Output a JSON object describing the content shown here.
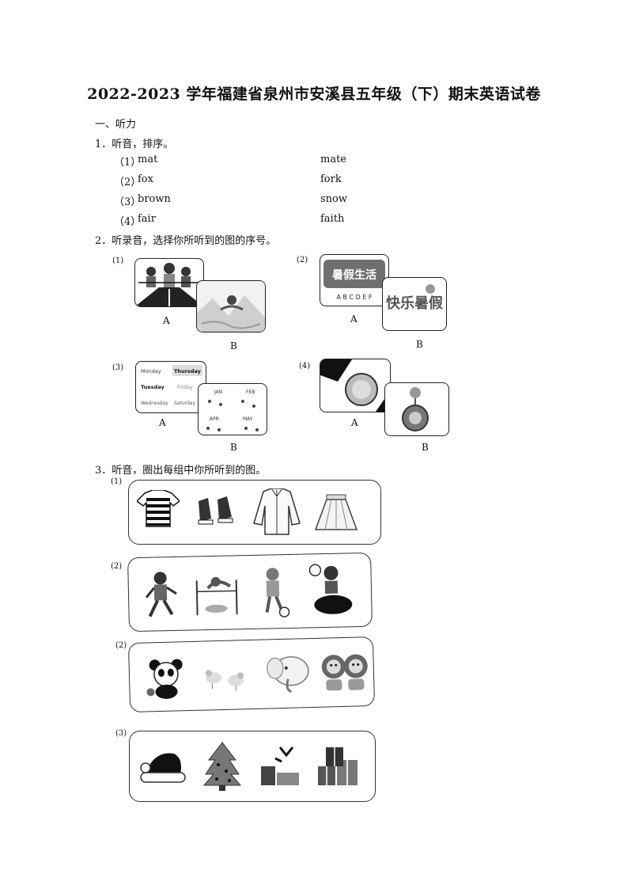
{
  "title": "2022-2023 学年福建省泉州市安溪县五年级（下）期末英语试卷",
  "section1": "一、听力",
  "q1": {
    "prompt": "1．听音，排序。",
    "items": [
      {
        "num": "（1）",
        "left": "mat",
        "right": "mate"
      },
      {
        "num": "（2）",
        "left": "fox",
        "right": "fork"
      },
      {
        "num": "（3）",
        "left": "brown",
        "right": "snow"
      },
      {
        "num": "（4）",
        "left": "fair",
        "right": "faith"
      }
    ]
  },
  "q2": {
    "prompt": "2．听录音，选择你所听到的图的序号。",
    "groups": [
      {
        "num": "(1)",
        "a": "A",
        "b": "B"
      },
      {
        "num": "(2)",
        "a": "A",
        "b": "B",
        "a_text": "暑假生活",
        "a_letters": "A B C D E F",
        "b_text": "快乐暑假"
      },
      {
        "num": "(3)",
        "a": "A",
        "b": "B",
        "days": [
          "Monday",
          "Thursday",
          "Tuesday",
          "Friday",
          "Wednesday",
          "Saturday"
        ],
        "months": [
          "JAN",
          "FEB",
          "APR",
          "MAY"
        ]
      },
      {
        "num": "(4)",
        "a": "A",
        "b": "B"
      }
    ]
  },
  "q3": {
    "prompt": "3．听音，圈出每组中你所听到的图。",
    "rows": [
      {
        "num": "(1)",
        "icons": [
          "striped-tshirt",
          "sneakers",
          "jacket",
          "skirt"
        ]
      },
      {
        "num": "(2)",
        "icons": [
          "running-boy",
          "high-jump",
          "soccer-boy",
          "girl-on-ball"
        ]
      },
      {
        "num": "(2)",
        "icons": [
          "panda",
          "birds",
          "elephant",
          "lions"
        ]
      },
      {
        "num": "(3)",
        "icons": [
          "santa-hat",
          "christmas-tree",
          "gifts-pile",
          "presents"
        ]
      }
    ]
  }
}
